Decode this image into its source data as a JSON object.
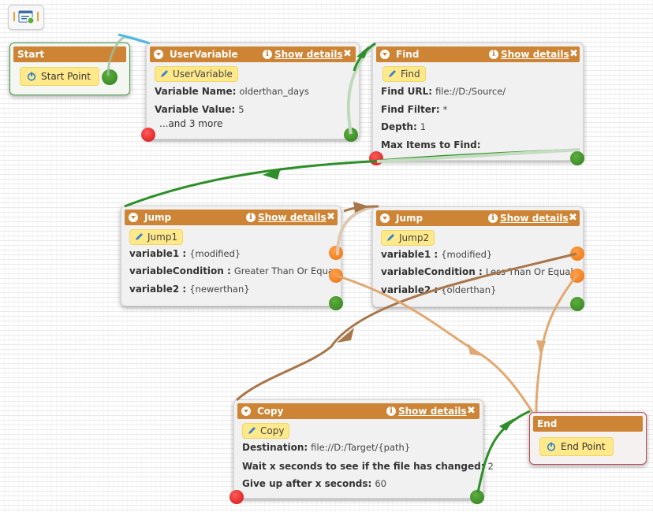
{
  "toolbar": {
    "icon": "workflow-settings-icon"
  },
  "colors": {
    "header": "#cd8434",
    "success_port": "#3a8f2a",
    "error_port": "#e01b1b",
    "condition_port": "#f07d1e",
    "chip": "#ffe98a"
  },
  "nodes": {
    "start": {
      "title": "Start",
      "chip": "Start Point"
    },
    "uservariable": {
      "title": "UserVariable",
      "details": "Show details",
      "chip": "UserVariable",
      "rows": [
        {
          "label": "Variable Name:",
          "value": "olderthan_days"
        },
        {
          "label": "Variable Value:",
          "value": "5"
        }
      ],
      "more": "...and 3 more"
    },
    "find": {
      "title": "Find",
      "details": "Show details",
      "chip": "Find",
      "rows": [
        {
          "label": "Find URL:",
          "value": "file://D:/Source/"
        },
        {
          "label": "Find Filter:",
          "value": "*"
        },
        {
          "label": "Depth:",
          "value": "1"
        },
        {
          "label": "Max Items to Find:",
          "value": ""
        }
      ]
    },
    "jump1": {
      "title": "Jump",
      "details": "Show details",
      "chip": "Jump1",
      "rows": [
        {
          "label": "variable1 :",
          "value": "{modified}"
        },
        {
          "label": "variableCondition :",
          "value": "Greater Than Or Equal"
        },
        {
          "label": "variable2 :",
          "value": "{newerthan}"
        }
      ]
    },
    "jump2": {
      "title": "Jump",
      "details": "Show details",
      "chip": "Jump2",
      "rows": [
        {
          "label": "variable1 :",
          "value": "{modified}"
        },
        {
          "label": "variableCondition :",
          "value": "Less Than Or Equal"
        },
        {
          "label": "variable2 :",
          "value": "{olderthan}"
        }
      ]
    },
    "copy": {
      "title": "Copy",
      "details": "Show details",
      "chip": "Copy",
      "rows": [
        {
          "label": "Destination:",
          "value": "file://D:/Target/{path}"
        },
        {
          "label": "Wait x seconds to see if the file has changed:",
          "value": "2"
        },
        {
          "label": "Give up after x seconds:",
          "value": "60"
        }
      ]
    },
    "end": {
      "title": "End",
      "chip": "End Point"
    }
  }
}
